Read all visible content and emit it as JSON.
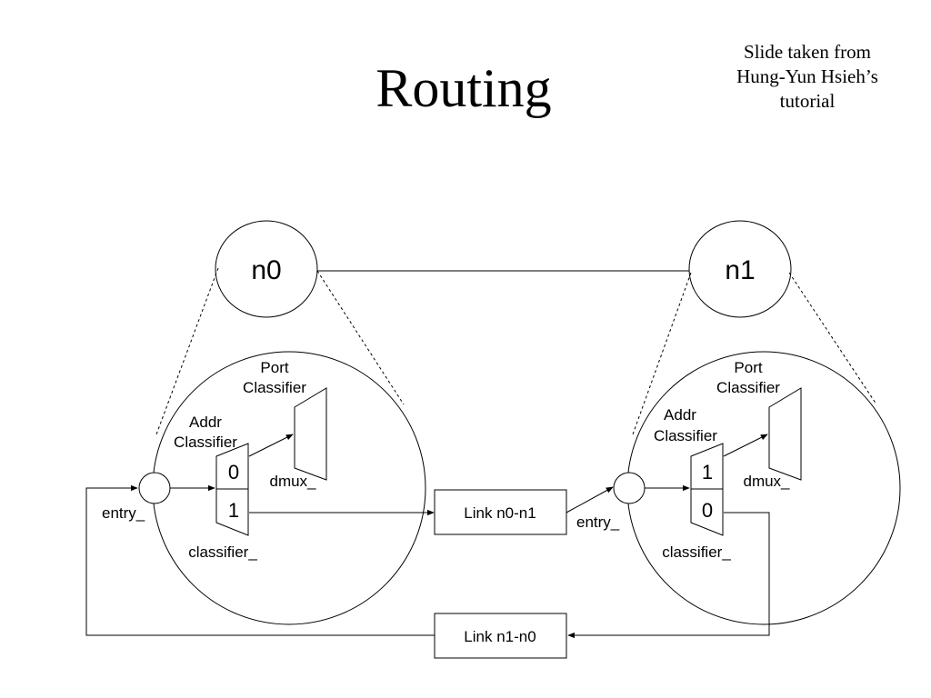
{
  "slide": {
    "title": "Routing",
    "credit": [
      "Slide taken from",
      "Hung-Yun Hsieh’s",
      "tutorial"
    ]
  },
  "diagram": {
    "nodes": [
      {
        "name": "n0",
        "port_classifier": [
          "Port",
          "Classifier"
        ],
        "addr_classifier": [
          "Addr",
          "Classifier"
        ],
        "slots": [
          "0",
          "1"
        ],
        "dmux": "dmux_",
        "entry": "entry_",
        "classifier": "classifier_"
      },
      {
        "name": "n1",
        "port_classifier": [
          "Port",
          "Classifier"
        ],
        "addr_classifier": [
          "Addr",
          "Classifier"
        ],
        "slots": [
          "1",
          "0"
        ],
        "dmux": "dmux_",
        "entry": "entry_",
        "classifier": "classifier_"
      }
    ],
    "links": [
      "Link n0-n1",
      "Link n1-n0"
    ]
  }
}
